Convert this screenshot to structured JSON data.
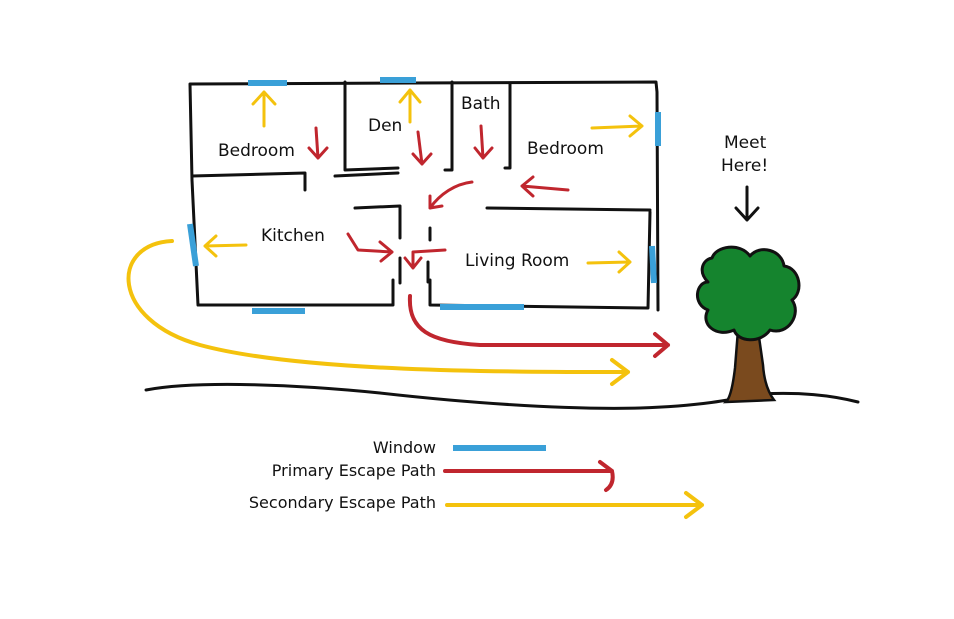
{
  "rooms": {
    "bedroom_left": "Bedroom",
    "den": "Den",
    "bath": "Bath",
    "bedroom_right": "Bedroom",
    "kitchen": "Kitchen",
    "living_room": "Living Room"
  },
  "meet_point": {
    "line1": "Meet",
    "line2": "Here!"
  },
  "legend": {
    "window": "Window",
    "primary": "Primary Escape Path",
    "secondary": "Secondary Escape Path"
  },
  "colors": {
    "window": "#3aa0d8",
    "primary": "#c0262e",
    "secondary": "#f4c20d",
    "tree_leaves": "#15842e",
    "tree_trunk": "#7a4a1e",
    "ink": "#111111"
  }
}
